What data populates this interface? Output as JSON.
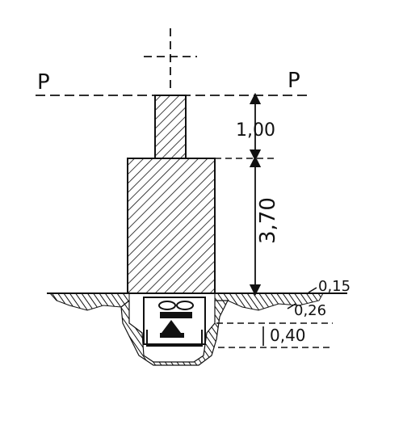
{
  "section_plane": {
    "left_label": "P",
    "right_label": "P"
  },
  "dimensions": {
    "upper_height": "1,00",
    "lower_height": "3,70",
    "ground_offset": "0,15",
    "mid_offset": "0,26",
    "bottom_offset": "0,40"
  },
  "colors": {
    "ink": "#111111",
    "paper": "#ffffff"
  }
}
